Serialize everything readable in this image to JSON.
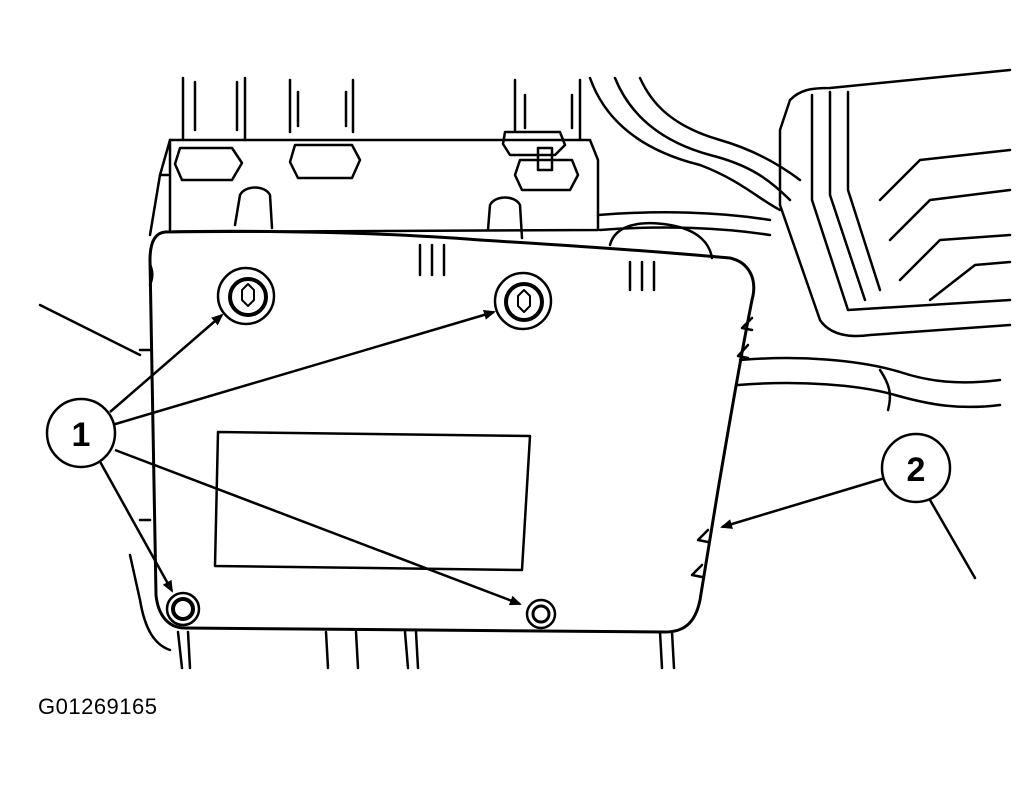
{
  "figure": {
    "id_label": "G01269165"
  },
  "callouts": [
    {
      "number": "1"
    },
    {
      "number": "2"
    }
  ],
  "colors": {
    "line": "#000000",
    "background": "#ffffff"
  }
}
